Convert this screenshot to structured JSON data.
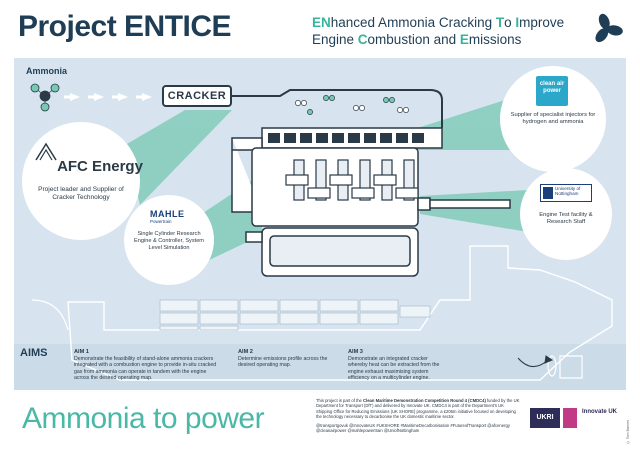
{
  "header": {
    "title": "Project ENTICE",
    "subtitle_parts": [
      {
        "text": "EN",
        "accent": true
      },
      {
        "text": "hanced Ammonia Cracking ",
        "accent": false
      },
      {
        "text": "T",
        "accent": true
      },
      {
        "text": "o ",
        "accent": false
      },
      {
        "text": "I",
        "accent": true
      },
      {
        "text": "mprove Engine ",
        "accent": false
      },
      {
        "text": "C",
        "accent": true
      },
      {
        "text": "ombustion and ",
        "accent": false
      },
      {
        "text": "E",
        "accent": true
      },
      {
        "text": "missions",
        "accent": false
      }
    ],
    "logo_icon": "propeller-icon"
  },
  "diagram": {
    "ammonia_label": "Ammonia",
    "cracker_label": "CRACKER",
    "aims_label": "AIMS"
  },
  "partners": {
    "afc": {
      "logo": "AFC Energy",
      "desc": "Project leader and Supplier of Cracker Technology"
    },
    "mahle": {
      "logo": "MAHLE",
      "sub": "Powertrain",
      "desc": "Single Cylinder Research Engine & Controller, System Level Simulation"
    },
    "clean_power": {
      "logo": "clean air power",
      "desc": "Supplier of specialist injectors for hydrogen and ammonia"
    },
    "nottingham": {
      "logo": "University of Nottingham",
      "desc": "Engine Test facility & Research Staff"
    }
  },
  "aims": [
    {
      "heading": "AIM 1",
      "text": "Demonstrate the feasibility of stand-alone ammonia crackers integrated with a combustion engine to provide in-situ cracked gas from ammonia can operate in tandem with the engine across the desired operating map."
    },
    {
      "heading": "AIM 2",
      "text": "Determine emissions profile across the desired operating map."
    },
    {
      "heading": "AIM 3",
      "text": "Demonstrate an integrated cracker whereby heat can be extracted from the engine exhaust maximising system efficiency on a multicylinder engine."
    }
  ],
  "footer": {
    "tagline": "Ammonia to power",
    "note_prefix": "This project is part of the ",
    "note_bold": "Clean Maritime Demonstration Competition Round 4 (CMDC4)",
    "note_rest": " funded by the UK Department for Transport (DfT) and delivered by Innovate UK. CMDC4 is part of the Department's UK Shipping Office for Reducing Emissions (UK SHORE) programme, a £206m initiative focused on developing the technology necessary to decarbonise the UK domestic maritime sector.",
    "hashtags": "@transportgovuk @InnovateUK #UKSHORE #MaritimeDecarbonisation #FutureofTransport @afcenergy @cleanairpower @mahlepowertrain @UniofNottingham",
    "funder_logo": "UKRI",
    "funder_name": "Innovate UK",
    "credit": "© Tom Barnes"
  },
  "colors": {
    "navy": "#1f3e55",
    "teal": "#37b49a",
    "panel": "#d7e4ef",
    "tagline": "#4ab8a6",
    "cone": "#78c9b4"
  }
}
